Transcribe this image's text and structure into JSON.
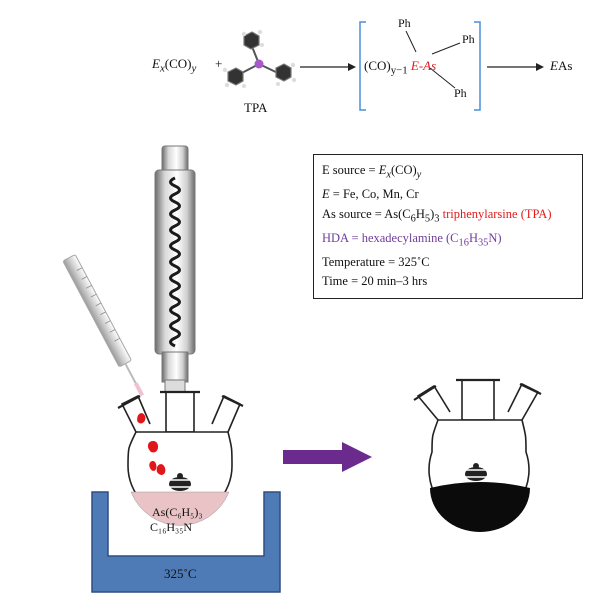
{
  "reaction": {
    "reactant_E": "E",
    "reactant_x": "x",
    "reactant_co": "(CO)",
    "reactant_y": "y",
    "plus": "+",
    "tpa_label": "TPA",
    "intermediate_co": "(CO)",
    "intermediate_sub": "y−1",
    "intermediate_eas": "E-As",
    "phenyl_label": "Ph",
    "product": "EAs"
  },
  "conditions": {
    "line1_left": "E source = ",
    "line1_E": "E",
    "line1_x": "x",
    "line1_co": "(CO)",
    "line1_y": "y",
    "line2_E": "E",
    "line2_rest": " = Fe, Co, Mn, Cr",
    "line3_left": "As source = As(C",
    "line3_6": "6",
    "line3_H": "H",
    "line3_5": "5",
    "line3_close": ")",
    "line3_3": "3",
    "line3_red": " triphenylarsine (TPA)",
    "line4_purple": "HDA = hexadecylamine (C",
    "line4_16": "16",
    "line4_H": "H",
    "line4_35": "35",
    "line4_N": "N)",
    "line5": "Temperature = 325˚C",
    "line6": "Time = 20 min–3 hrs"
  },
  "flask_solution": {
    "line1": "As(C₆H₅)₃",
    "line2": "C₁₆H₃₅N"
  },
  "bath_temperature": "325˚C",
  "colors": {
    "bath_fill": "#4e7ab5",
    "bath_edge": "#2e4f80",
    "solution": "#e9c3c6",
    "droplet": "#e0161b",
    "arrow": "#6a2a8e",
    "bracket": "#4a90d9",
    "product_fill": "#0b0b0b",
    "arsenic": "#a659c9"
  },
  "icons": [
    "stir-bar-icon",
    "tpa-molecule-icon",
    "condenser-icon",
    "syringe-icon"
  ]
}
